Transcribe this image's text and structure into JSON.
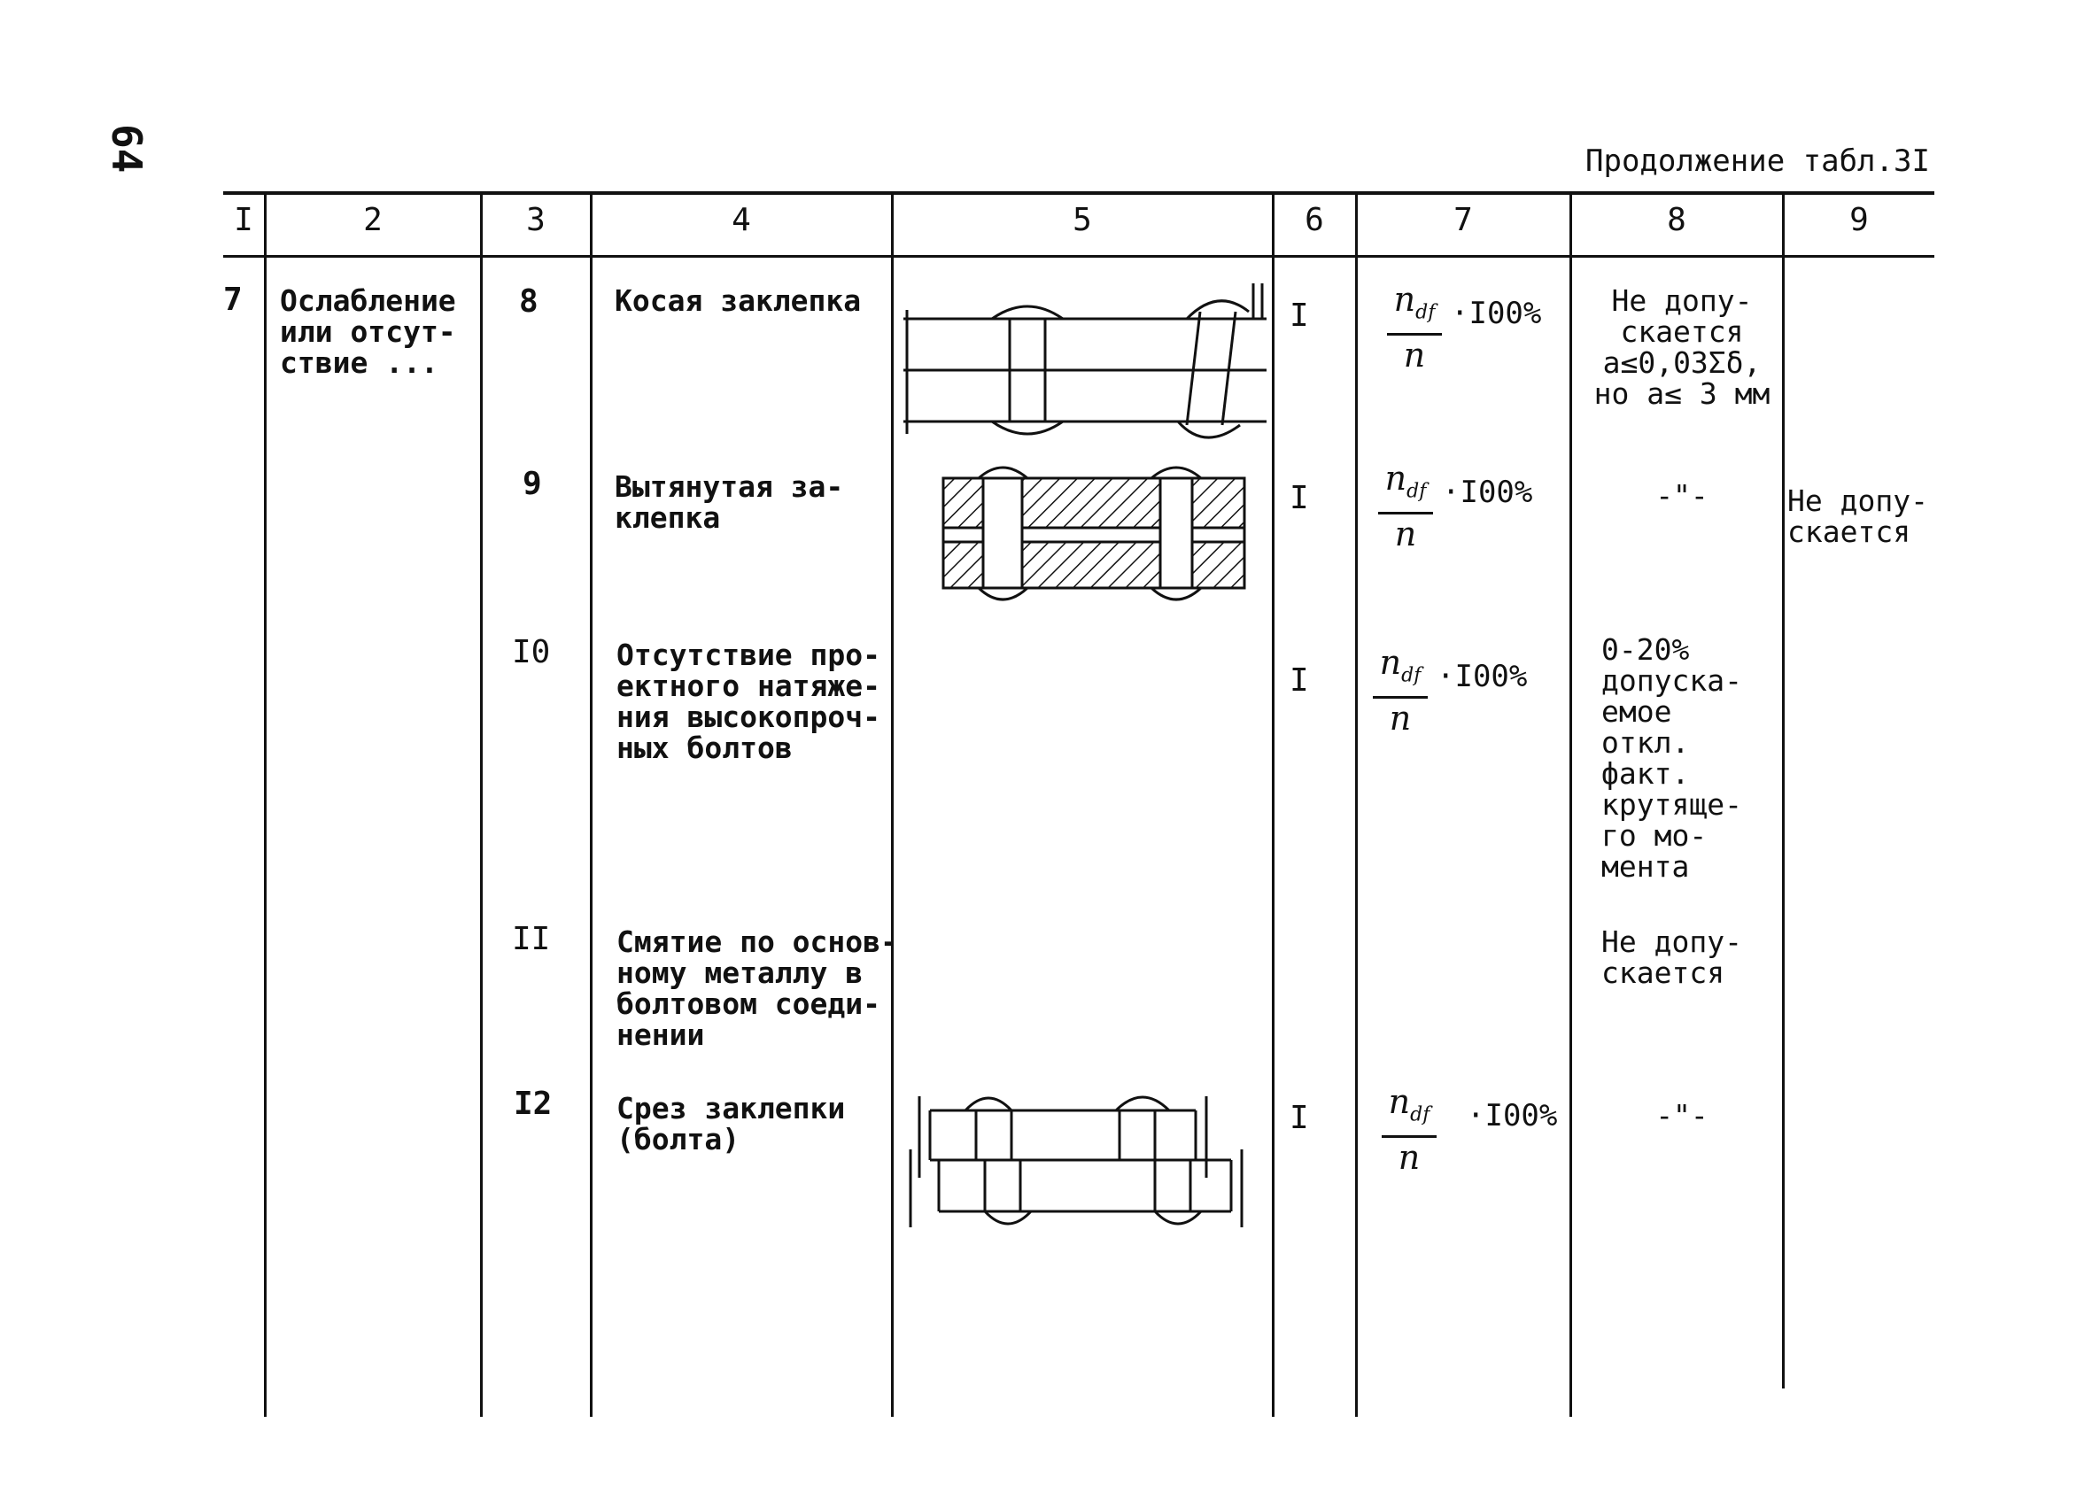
{
  "page_number": "64",
  "caption": "Продолжение табл.3I",
  "columns": [
    "I",
    "2",
    "3",
    "4",
    "5",
    "6",
    "7",
    "8",
    "9"
  ],
  "row": {
    "no": "7",
    "defect_group": [
      "Ослабление",
      "или отсут-",
      "ствие ..."
    ]
  },
  "items": [
    {
      "code": "8",
      "description": [
        "Косая заклепка"
      ],
      "category": "I",
      "formula": {
        "numerator": "n",
        "sub": "df",
        "denominator": "n",
        "factor": "·I00%"
      },
      "tolerance": [
        "Не допу-",
        "скается",
        "a≤0,03Σδ,",
        "но a≤ 3 мм"
      ],
      "note": []
    },
    {
      "code": "9",
      "description": [
        "Вытянутая за-",
        "клепка"
      ],
      "category": "I",
      "formula": {
        "numerator": "n",
        "sub": "df",
        "denominator": "n",
        "factor": "·I00%"
      },
      "tolerance": [
        "-\"-"
      ],
      "note": [
        "Не допу-",
        "скается"
      ]
    },
    {
      "code": "I0",
      "description": [
        "Отсутствие про-",
        "ектного натяже-",
        "ния высокопроч-",
        "ных болтов"
      ],
      "category": "I",
      "formula": {
        "numerator": "n",
        "sub": "df",
        "denominator": "n",
        "factor": "·I00%"
      },
      "tolerance": [
        "0-20%",
        "допуска-",
        "емое",
        "откл.",
        "факт.",
        "крутяще-",
        "го мо-",
        "мента"
      ],
      "note": []
    },
    {
      "code": "II",
      "description": [
        "Смятие по основ-",
        "ному металлу в",
        "болтовом соеди-",
        "нении"
      ],
      "category": "",
      "tolerance": [
        "Не допу-",
        "скается"
      ],
      "note": []
    },
    {
      "code": "I2",
      "description": [
        "Срез заклепки",
        "(болта)"
      ],
      "category": "I",
      "formula": {
        "numerator": "n",
        "sub": "df",
        "denominator": "n",
        "factor": "·I00%"
      },
      "tolerance": [
        "-\"-"
      ],
      "note": []
    }
  ]
}
